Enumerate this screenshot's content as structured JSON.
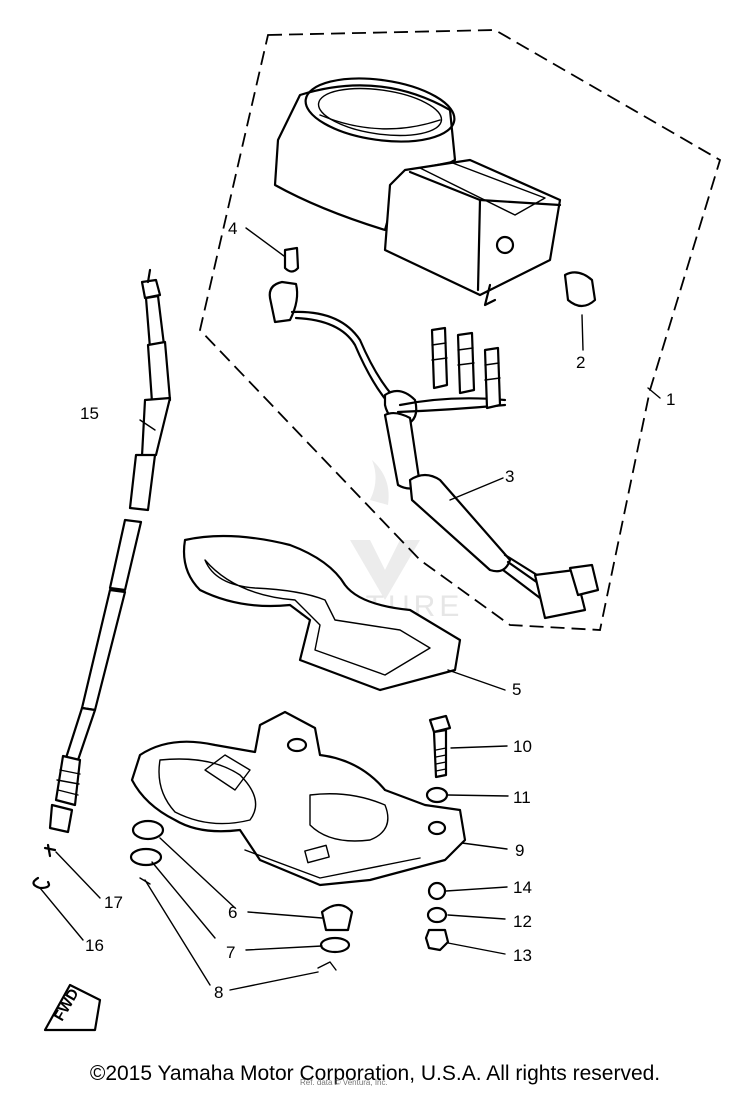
{
  "callouts": [
    "1",
    "2",
    "3",
    "4",
    "5",
    "6",
    "7",
    "8",
    "9",
    "10",
    "11",
    "12",
    "13",
    "14",
    "15",
    "16",
    "17"
  ],
  "fwd_label": "FWD",
  "watermark": "VENTURE",
  "copyright": "©2015 Yamaha Motor Corporation, U.S.A. All rights reserved.",
  "fineprint": "Ref. data © Ventura, Inc."
}
